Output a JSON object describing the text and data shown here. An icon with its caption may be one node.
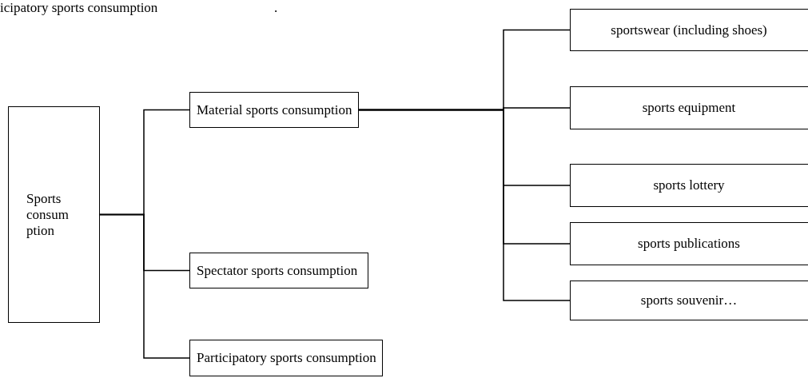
{
  "diagram": {
    "nodes": [
      {
        "text": [
          "Sports consum ption"
        ]
      },
      {
        "text": [
          "Material sports consumption"
        ]
      },
      {
        "text": [
          "Spectator sports consumption"
        ]
      },
      {
        "text": [
          "Participatory sports consumption"
        ]
      },
      {
        "text": [
          "sportswear (including shoes)"
        ]
      },
      {
        "text": [
          "sports equipment"
        ]
      },
      {
        "text": [
          "sports lottery"
        ]
      },
      {
        "text": [
          "sports publications"
        ]
      },
      {
        "text": [
          "sports souvenir…"
        ]
      }
    ],
    "edges": [
      {
        "from": 0,
        "to": 1,
        "arrow": "none"
      },
      {
        "from": 0,
        "to": 2,
        "arrow": "none"
      },
      {
        "from": 0,
        "to": 3,
        "arrow": "none"
      },
      {
        "from": 1,
        "to": 4,
        "arrow": "none"
      },
      {
        "from": 1,
        "to": 5,
        "arrow": "none"
      },
      {
        "from": 1,
        "to": 6,
        "arrow": "none"
      },
      {
        "from": 1,
        "to": 7,
        "arrow": "none"
      },
      {
        "from": 1,
        "to": 8,
        "arrow": "none"
      }
    ],
    "labels": [
      "icipatory sports consumption",
      "."
    ]
  }
}
